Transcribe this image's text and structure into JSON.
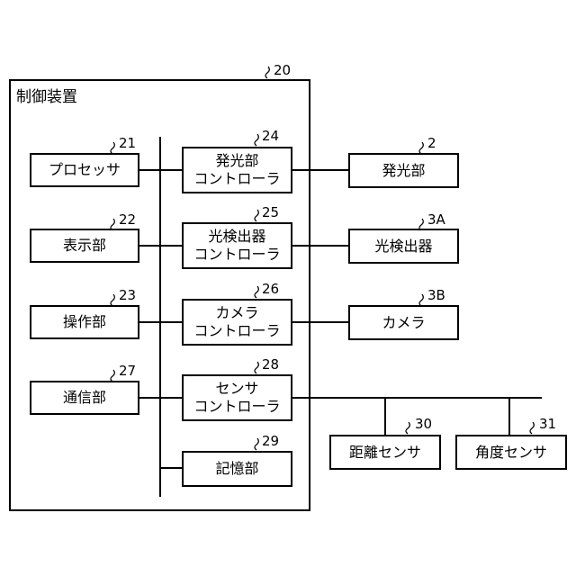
{
  "controller": {
    "label": "制御装置",
    "ref": "20"
  },
  "processor": {
    "label": "プロセッサ",
    "ref": "21"
  },
  "display": {
    "label": "表示部",
    "ref": "22"
  },
  "operation": {
    "label": "操作部",
    "ref": "23"
  },
  "communication": {
    "label": "通信部",
    "ref": "27"
  },
  "emitter_controller": {
    "line1": "発光部",
    "line2": "コントローラ",
    "ref": "24"
  },
  "detector_controller": {
    "line1": "光検出器",
    "line2": "コントローラ",
    "ref": "25"
  },
  "camera_controller": {
    "line1": "カメラ",
    "line2": "コントローラ",
    "ref": "26"
  },
  "sensor_controller": {
    "line1": "センサ",
    "line2": "コントローラ",
    "ref": "28"
  },
  "storage": {
    "label": "記憶部",
    "ref": "29"
  },
  "emitter": {
    "label": "発光部",
    "ref": "2"
  },
  "detector": {
    "label": "光検出器",
    "ref": "3A"
  },
  "camera": {
    "label": "カメラ",
    "ref": "3B"
  },
  "distance_sensor": {
    "label": "距離センサ",
    "ref": "30"
  },
  "angle_sensor": {
    "label": "角度センサ",
    "ref": "31"
  }
}
